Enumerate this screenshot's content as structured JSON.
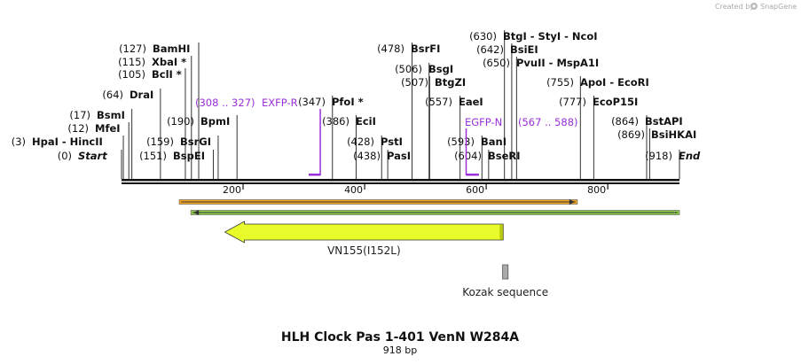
{
  "credit": {
    "prefix": "Created by",
    "brand": "SnapGene"
  },
  "title": "HLH Clock Pas 1-401 VenN W284A",
  "length_label": "918 bp",
  "sequence_length": 918,
  "ticks": [
    {
      "label": "200",
      "bp": 200
    },
    {
      "label": "400",
      "bp": 400
    },
    {
      "label": "600",
      "bp": 600
    },
    {
      "label": "800",
      "bp": 800
    }
  ],
  "sites": [
    {
      "pos": "(0)",
      "name": "Start",
      "bp": 0,
      "italic": true
    },
    {
      "pos": "(3)",
      "name": "HpaI  -  HincII",
      "bp": 3
    },
    {
      "pos": "(12)",
      "name": "MfeI",
      "bp": 12
    },
    {
      "pos": "(17)",
      "name": "BsmI",
      "bp": 17
    },
    {
      "pos": "(64)",
      "name": "DraI",
      "bp": 64
    },
    {
      "pos": "(105)",
      "name": "BclI *",
      "bp": 105
    },
    {
      "pos": "(115)",
      "name": "XbaI *",
      "bp": 115
    },
    {
      "pos": "(127)",
      "name": "BamHI",
      "bp": 127
    },
    {
      "pos": "(151)",
      "name": "BspEI",
      "bp": 151
    },
    {
      "pos": "(159)",
      "name": "BsrGI",
      "bp": 159
    },
    {
      "pos": "(190)",
      "name": "BpmI",
      "bp": 190
    },
    {
      "pos": "(347)",
      "name": "PfoI *",
      "bp": 347
    },
    {
      "pos": "(386)",
      "name": "EciI",
      "bp": 386
    },
    {
      "pos": "(428)",
      "name": "PstI",
      "bp": 428
    },
    {
      "pos": "(438)",
      "name": "PasI",
      "bp": 438
    },
    {
      "pos": "(478)",
      "name": "BsrFI",
      "bp": 478
    },
    {
      "pos": "(506)",
      "name": "BsgI",
      "bp": 506
    },
    {
      "pos": "(507)",
      "name": "BtgZI",
      "bp": 507
    },
    {
      "pos": "(557)",
      "name": "EaeI",
      "bp": 557
    },
    {
      "pos": "(593)",
      "name": "BanI",
      "bp": 593
    },
    {
      "pos": "(604)",
      "name": "BseRI",
      "bp": 604
    },
    {
      "pos": "(630)",
      "name": "BtgI  -  StyI  -  NcoI",
      "bp": 630
    },
    {
      "pos": "(642)",
      "name": "BsiEI",
      "bp": 642
    },
    {
      "pos": "(650)",
      "name": "PvuII  -  MspA1I",
      "bp": 650
    },
    {
      "pos": "(755)",
      "name": "ApoI  -  EcoRI",
      "bp": 755
    },
    {
      "pos": "(777)",
      "name": "EcoP15I",
      "bp": 777
    },
    {
      "pos": "(864)",
      "name": "BstAPI",
      "bp": 864
    },
    {
      "pos": "(869)",
      "name": "BsiHKAI",
      "bp": 869
    },
    {
      "pos": "(918)",
      "name": "End",
      "bp": 918,
      "italic": true
    }
  ],
  "primers": [
    {
      "name": "EXFP-R",
      "range": "(308 .. 327)",
      "start": 308,
      "end": 327,
      "color": "#9b30d9"
    },
    {
      "name": "EGFP-N",
      "range": "(567 .. 588)",
      "start": 567,
      "end": 588,
      "color": "#9b30d9"
    }
  ],
  "features": [
    {
      "name": "VN155(I152L)",
      "start": 170,
      "end": 628,
      "direction": "reverse",
      "color": "#e8fc2b"
    },
    {
      "name": "Kozak sequence",
      "start": 627,
      "end": 636,
      "direction": "none",
      "color": "#aaaaaa"
    }
  ],
  "orfs": [
    {
      "start": 95,
      "end": 750,
      "direction": "forward",
      "color": "#f5a623"
    },
    {
      "start": 114,
      "end": 918,
      "direction": "reverse",
      "color": "#8fd14f"
    }
  ]
}
